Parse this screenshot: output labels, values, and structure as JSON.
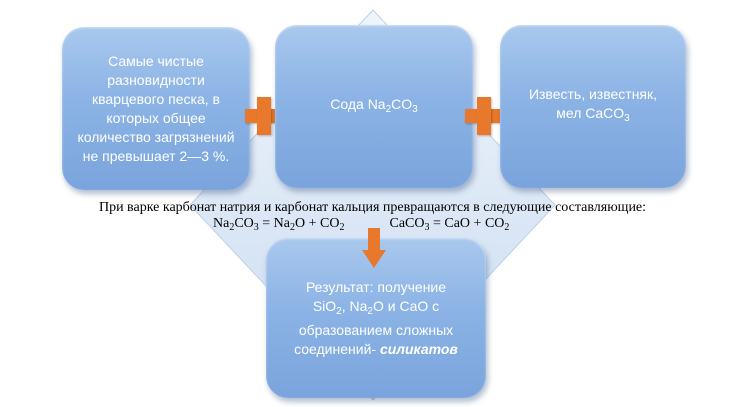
{
  "boxes": {
    "sand": "Самые чистые разновидности кварцевого песка, в которых общее количество загрязнений не превышает 2—3 %.",
    "soda": {
      "prefix": "Сода Na",
      "sub1": "2",
      "mid": "CO",
      "sub2": "3"
    },
    "lime": {
      "line1": "Известь, известняк,",
      "line2_prefix": "мел CaCO",
      "sub": "3"
    },
    "result": {
      "line1": "Результат: получение",
      "si": "SiO",
      "si_sub": "2",
      "sep1": ", ",
      "na": "Na",
      "na_sub": "2",
      "na_rest": "O и CaO с",
      "line3": "образованием сложных",
      "line4_prefix": "соединений- ",
      "line4_emph": "силикатов"
    }
  },
  "caption": "При варке карбонат натрия и карбонат кальция превращаются в следующие составляющие:",
  "formulas": {
    "f1": {
      "a": "Na",
      "a_sub": "2",
      "b": "CO",
      "b_sub": "3",
      "c": " = Na",
      "c_sub": "2",
      "d": "O + CO",
      "d_sub": "2"
    },
    "f2": {
      "a": "CaCO",
      "a_sub": "3",
      "b": " = CaO + CO",
      "b_sub": "2"
    }
  },
  "colors": {
    "box_fill": "#8bb3e5",
    "diamond_fill": "#d6e4f5",
    "plus": "#e8782c"
  }
}
